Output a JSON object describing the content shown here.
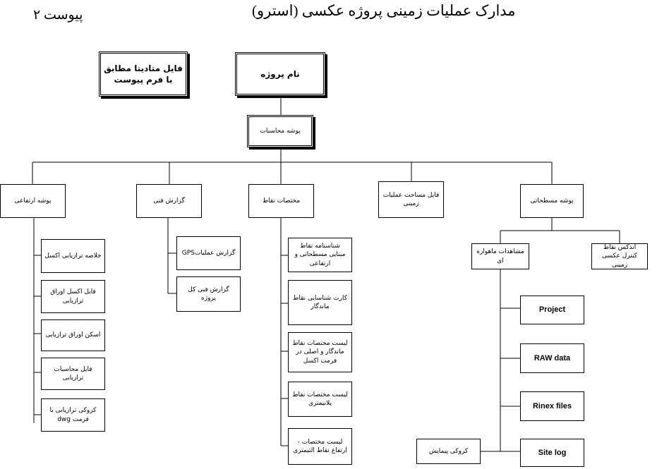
{
  "header": {
    "annex": "پیوست ۲",
    "title": "مدارک عملیات زمینی پروژه عکسی (استرو)"
  },
  "nodes": {
    "metadata_file": "فایل متادیتا مطابق با فرم پیوست",
    "project_name": "نام پروژه",
    "calc_folder": "پوشه محاسبات",
    "height_folder": "پوشه ارتفاعی",
    "tech_report": "گزارش فنی",
    "point_coords": "مختصات نقاط",
    "survey_area_file": "فایل مساحت عملیات زمینی",
    "planimetric_folder": "پوشه مسطحاتی",
    "gps_report": "گزارش عملیاتGPS",
    "project_tech_report": "گزارش فنی کل پروژه",
    "leveling_summary": "خلاصه ترازیابی اکسل",
    "leveling_excel": "فایل اکسل اوراق ترازیابی",
    "leveling_scan": "اسکن اوراق ترازیابی",
    "leveling_calc": "فایل  محاسبات ترازیابی",
    "leveling_sketch": "کروکی ترازیابی با فرمت dwg",
    "base_id": "شناسنامه نقاط مبنایی مسطحاتی و ارتفاعی",
    "monument_card": "کارت شناسایی نقاط ماندگار",
    "monument_list": "لیست مختصات نقاط ماندگار و اصلی در فرمت اکسل",
    "planimetric_list": "لیست مختصات نقاط پلانیمتری",
    "altimetric_list": "لیست مختصات - ارتفاع نقاط التیمتری",
    "satellite_obs": "مشاهدات ماهواره ای",
    "gcp_index": "اندکس نقاط کنترل عکسی زمینی",
    "project": "Project",
    "raw_data": "RAW data",
    "rinex": "Rinex files",
    "site_log": "Site log",
    "survey_sketch": "کروکی پیمایش"
  }
}
